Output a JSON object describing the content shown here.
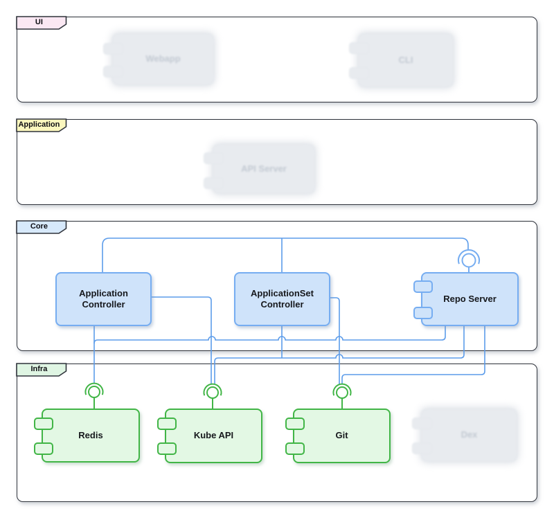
{
  "sections": {
    "ui": {
      "label": "UI",
      "tab_color": "#FBE8F3"
    },
    "application": {
      "label": "Application",
      "tab_color": "#FBF7BE"
    },
    "core": {
      "label": "Core",
      "tab_color": "#D7E9FB"
    },
    "infra": {
      "label": "Infra",
      "tab_color": "#DFF5E3"
    }
  },
  "components": {
    "webapp": {
      "label": "Webapp",
      "state": "faded",
      "section": "ui"
    },
    "cli": {
      "label": "CLI",
      "state": "faded",
      "section": "ui"
    },
    "api_server": {
      "label": "API Server",
      "state": "faded",
      "section": "application"
    },
    "app_controller": {
      "label": "Application Controller",
      "state": "active",
      "section": "core"
    },
    "appset_controller": {
      "label": "ApplicationSet Controller",
      "state": "active",
      "section": "core"
    },
    "repo_server": {
      "label": "Repo Server",
      "state": "active",
      "section": "core"
    },
    "redis": {
      "label": "Redis",
      "state": "active",
      "section": "infra"
    },
    "kube_api": {
      "label": "Kube API",
      "state": "active",
      "section": "infra"
    },
    "git": {
      "label": "Git",
      "state": "active",
      "section": "infra"
    },
    "dex": {
      "label": "Dex",
      "state": "faded",
      "section": "infra"
    }
  },
  "interface_markers": [
    "Repo Server",
    "Redis",
    "Kube API",
    "Git"
  ],
  "connections": [
    {
      "from": "Application Controller",
      "to": "Repo Server"
    },
    {
      "from": "ApplicationSet Controller",
      "to": "Repo Server"
    },
    {
      "from": "Application Controller",
      "to": "Redis"
    },
    {
      "from": "Repo Server",
      "to": "Redis"
    },
    {
      "from": "Application Controller",
      "to": "Kube API"
    },
    {
      "from": "ApplicationSet Controller",
      "to": "Kube API"
    },
    {
      "from": "Repo Server",
      "to": "Kube API"
    },
    {
      "from": "ApplicationSet Controller",
      "to": "Git"
    },
    {
      "from": "Repo Server",
      "to": "Git"
    }
  ],
  "colors": {
    "frame_border": "#2e323a",
    "blue_fill": "#CFE3FA",
    "blue_border": "#76ADF1",
    "green_fill": "#E3F8E4",
    "green_border": "#41B546",
    "connector_line": "#5C9CEA",
    "faded_fill": "#E8EBEF",
    "faded_text": "#C2C9D2"
  }
}
